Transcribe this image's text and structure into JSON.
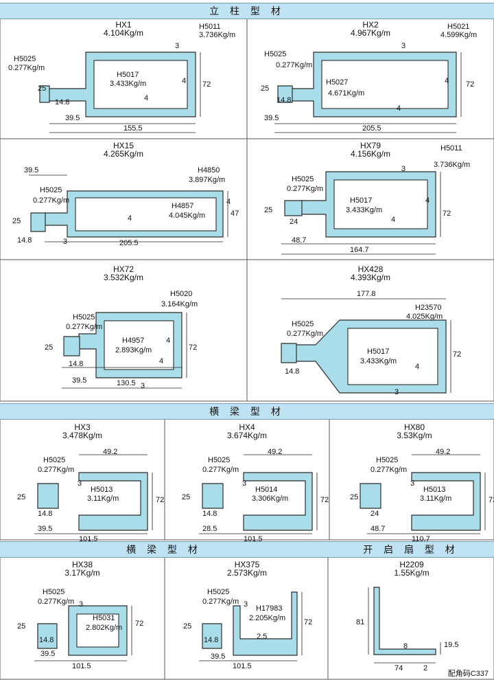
{
  "headers": {
    "columns": "立 柱 型 材",
    "beams": "横 梁 型 材",
    "beams2": "横 梁 型 材",
    "sash": "开 启 扇 型 材"
  },
  "footer": "配角码C337",
  "profiles": {
    "hx1": {
      "name": "HX1",
      "weight": "4.104Kg/m",
      "p1": "H5011",
      "w1": "3.736Kg/m",
      "p2": "H5025",
      "w2": "0.277Kg/m",
      "p3": "H5017",
      "w3": "3.433Kg/m",
      "d1": "25",
      "d2": "14.8",
      "d3": "39.5",
      "d4": "155.5",
      "d5": "72",
      "d6": "3",
      "d7": "4",
      "d8": "4"
    },
    "hx2": {
      "name": "HX2",
      "weight": "4.967Kg/m",
      "p1": "H5021",
      "w1": "4.599Kg/m",
      "p2": "H5025",
      "w2": "0.277Kg/m",
      "p3": "H5027",
      "w3": "4.671Kg/m",
      "d1": "25",
      "d2": "14.8",
      "d3": "39.5",
      "d4": "205.5",
      "d5": "72",
      "d6": "3",
      "d7": "4",
      "d8": "4"
    },
    "hx15": {
      "name": "HX15",
      "weight": "4.265Kg/m",
      "p1": "H4850",
      "w1": "3.897Kg/m",
      "p2": "H5025",
      "w2": "0.277Kg/m",
      "p3": "H4857",
      "w3": "4.045Kg/m",
      "d1": "25",
      "d2": "14.8",
      "d3": "39.5",
      "d4": "205.5",
      "d5": "47",
      "d6": "3",
      "d7": "4",
      "d8": "4"
    },
    "hx79": {
      "name": "HX79",
      "weight": "4.156Kg/m",
      "p1": "H5011",
      "w1": "3.736Kg/m",
      "p2": "H5025",
      "w2": "0.277Kg/m",
      "p3": "H5017",
      "w3": "3.433Kg/m",
      "d1": "25",
      "d2": "24",
      "d3": "48.7",
      "d4": "164.7",
      "d5": "72",
      "d6": "3",
      "d7": "4",
      "d8": "4"
    },
    "hx72": {
      "name": "HX72",
      "weight": "3.532Kg/m",
      "p1": "H5020",
      "w1": "3.164Kg/m",
      "p2": "H5025",
      "w2": "0.277Kg/m",
      "p3": "H4957",
      "w3": "2.893Kg/m",
      "d1": "25",
      "d2": "14.8",
      "d3": "39.5",
      "d4": "130.5",
      "d5": "72",
      "d6": "3",
      "d7": "4",
      "d8": "4"
    },
    "hx428": {
      "name": "HX428",
      "weight": "4.393Kg/m",
      "p1": "H23570",
      "w1": "4.025Kg/m",
      "p2": "H5025",
      "w2": "0.277Kg/m",
      "p3": "H5017",
      "w3": "3.433Kg/m",
      "d1": "14.8",
      "d2": "177.8",
      "d3": "72",
      "d4": "3",
      "d5": "4"
    },
    "hx3": {
      "name": "HX3",
      "weight": "3.478Kg/m",
      "p2": "H5025",
      "w2": "0.277Kg/m",
      "p3": "H5013",
      "w3": "3.11Kg/m",
      "d1": "25",
      "d2": "14.8",
      "d3": "39.5",
      "d4": "101.5",
      "d5": "72",
      "d6": "49.2",
      "d7": "3"
    },
    "hx4": {
      "name": "HX4",
      "weight": "3.674Kg/m",
      "p2": "H5025",
      "w2": "0.277Kg/m",
      "p3": "H5014",
      "w3": "3.306Kg/m",
      "d1": "25",
      "d2": "14.8",
      "d3": "28.5",
      "d4": "101.5",
      "d5": "72",
      "d6": "49.2",
      "d7": "3"
    },
    "hx80": {
      "name": "HX80",
      "weight": "3.53Kg/m",
      "p2": "H5025",
      "w2": "0.277Kg/m",
      "p3": "H5013",
      "w3": "3.11Kg/m",
      "d1": "25",
      "d2": "24",
      "d3": "48.7",
      "d4": "110.7",
      "d5": "72",
      "d6": "49.2",
      "d7": "3"
    },
    "hx38": {
      "name": "HX38",
      "weight": "3.17Kg/m",
      "p2": "H5025",
      "w2": "0.277Kg/m",
      "p3": "H5031",
      "w3": "2.802Kg/m",
      "d1": "25",
      "d2": "14.8",
      "d3": "39.5",
      "d4": "101.5",
      "d5": "72",
      "d7": "3"
    },
    "hx375": {
      "name": "HX375",
      "weight": "2.573Kg/m",
      "p2": "H5025",
      "w2": "0.277Kg/m",
      "p3": "H17983",
      "w3": "2.205Kg/m",
      "d1": "25",
      "d2": "14.8",
      "d3": "39.5",
      "d4": "101.5",
      "d5": "72",
      "d7": "3",
      "d8": "2.5"
    },
    "h2209": {
      "name": "H2209",
      "weight": "1.55Kg/m",
      "d1": "81",
      "d2": "19.5",
      "d3": "74",
      "d4": "2",
      "d5": "8"
    }
  },
  "colors": {
    "header_bg": "#bfe3f2",
    "profile_fill": "#a9dde9",
    "profile_stroke": "#2b2b2b"
  }
}
